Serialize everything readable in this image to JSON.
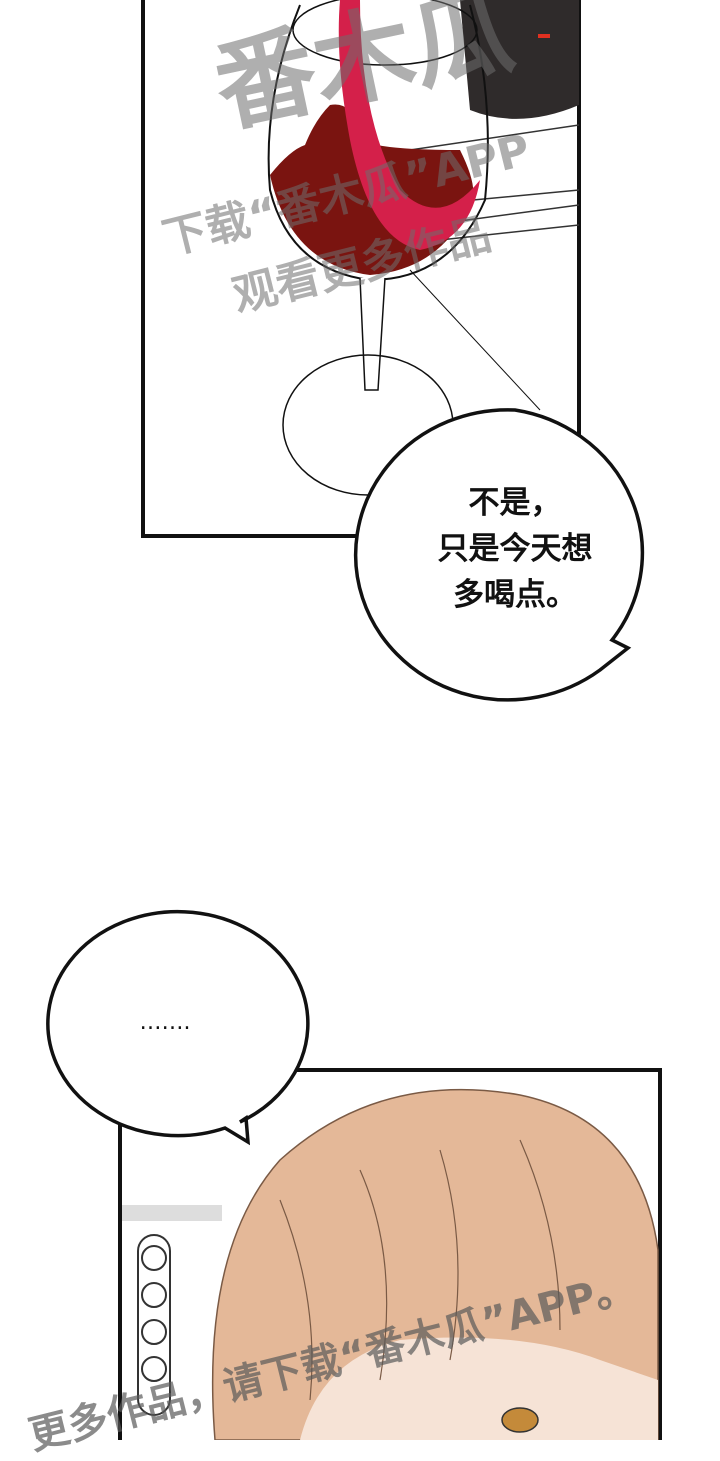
{
  "panels": [
    {
      "name": "wine-glass-panel"
    },
    {
      "name": "character-panel"
    }
  ],
  "bubbles": [
    {
      "lines": [
        "不是，",
        "只是今天想",
        "多喝点。"
      ]
    },
    {
      "lines": [
        "……."
      ]
    }
  ],
  "watermarks": {
    "logo": "番木瓜",
    "top_line1": "下载“番木瓜”APP",
    "top_line2": "观看更多作品",
    "bottom": "更多作品，请下载“番木瓜”APP。"
  },
  "colors": {
    "wine": "#7a1410",
    "wine_pour": "#d4204a",
    "hair": "#e4b898",
    "bottle": "#2f2b2b"
  }
}
